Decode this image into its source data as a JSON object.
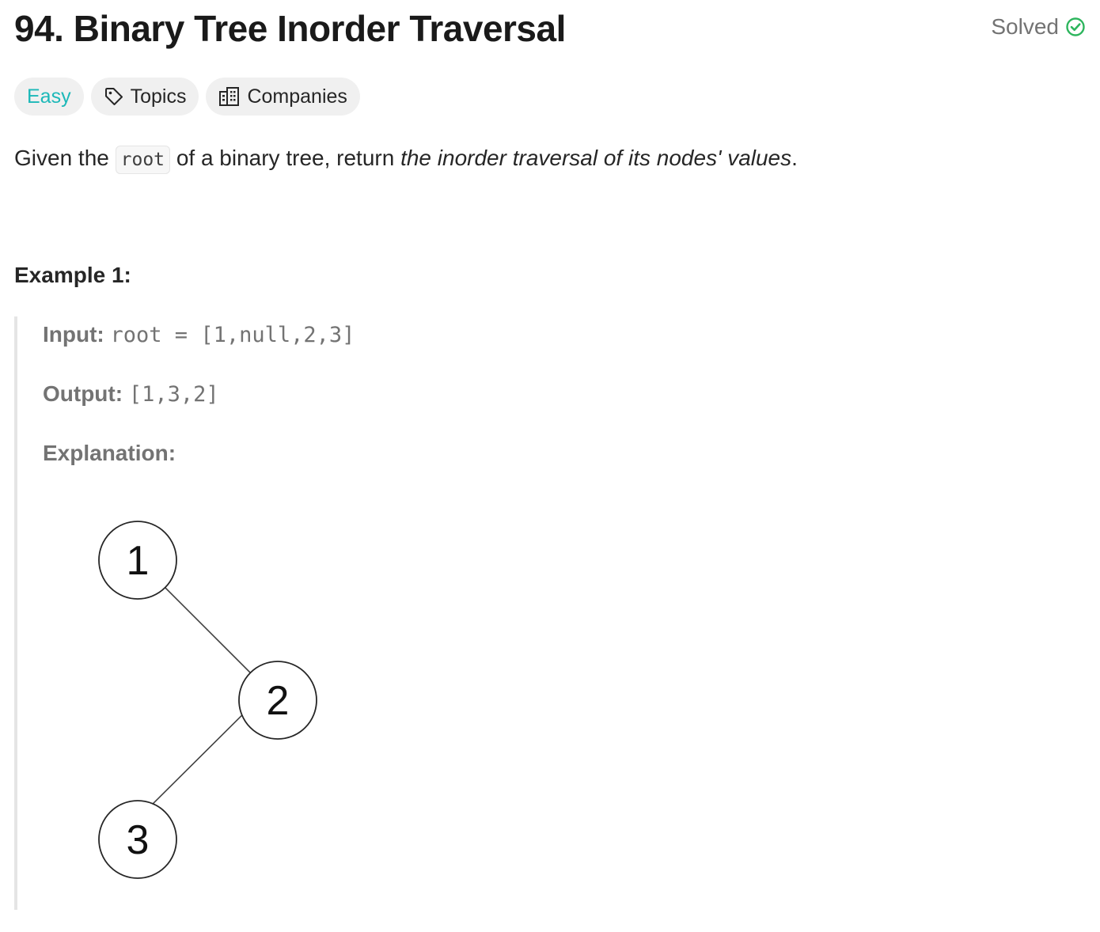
{
  "problem": {
    "title": "94. Binary Tree Inorder Traversal",
    "status_label": "Solved",
    "tags": {
      "difficulty": "Easy",
      "topics": "Topics",
      "companies": "Companies"
    },
    "description": {
      "before_code": "Given the",
      "code": "root",
      "after_code": "of a binary tree, return",
      "emphasis": "the inorder traversal of its nodes' values",
      "end": "."
    }
  },
  "example": {
    "heading": "Example 1:",
    "input_label": "Input:",
    "input_value": "root = [1,null,2,3]",
    "output_label": "Output:",
    "output_value": "[1,3,2]",
    "explanation_label": "Explanation:",
    "tree_nodes": [
      "1",
      "2",
      "3"
    ]
  },
  "colors": {
    "easy": "#1cb8b8",
    "solved_check": "#2db55d",
    "text": "#262626",
    "muted": "#737373"
  }
}
